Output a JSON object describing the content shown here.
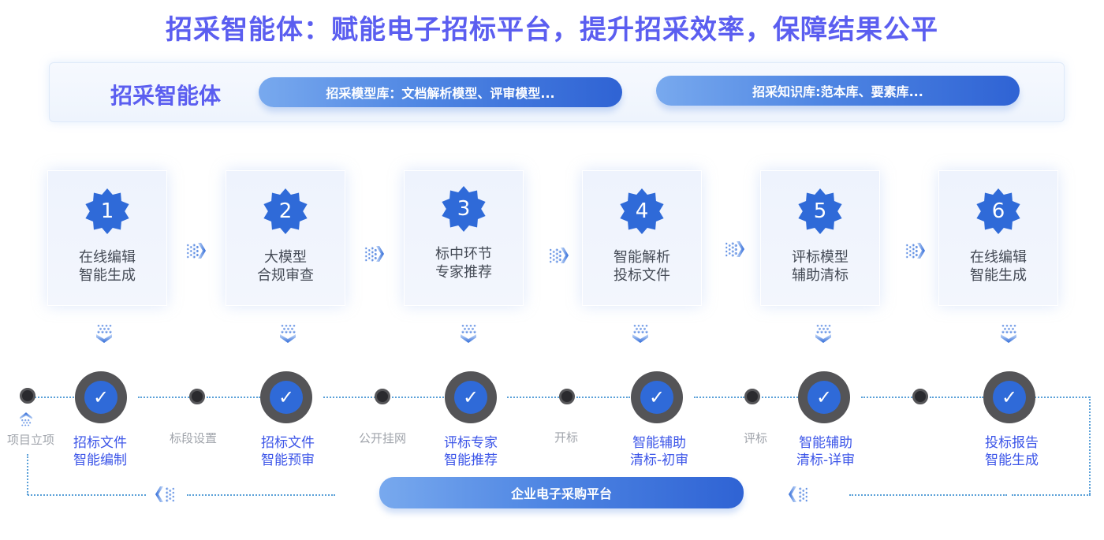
{
  "header": {
    "title": "招采智能体：赋能电子招标平台，提升招采效率，保障结果公平"
  },
  "agent_panel": {
    "label": "招采智能体",
    "model_library": "招采模型库：文档解析模型、评审模型...",
    "knowledge_library": "招采知识库:范本库、要素库..."
  },
  "steps": [
    {
      "number": "1",
      "line1": "在线编辑",
      "line2": "智能生成"
    },
    {
      "number": "2",
      "line1": "大模型",
      "line2": "合规审查"
    },
    {
      "number": "3",
      "line1": "标中环节",
      "line2": "专家推荐"
    },
    {
      "number": "4",
      "line1": "智能解析",
      "line2": "投标文件"
    },
    {
      "number": "5",
      "line1": "评标模型",
      "line2": "辅助清标"
    },
    {
      "number": "6",
      "line1": "在线编辑",
      "line2": "智能生成"
    }
  ],
  "timeline": {
    "stages": [
      {
        "label": "项目立项"
      },
      {
        "label": "标段设置"
      },
      {
        "label": "公开挂网"
      },
      {
        "label": "开标"
      },
      {
        "label": "评标"
      }
    ],
    "ai_nodes": [
      {
        "line1": "招标文件",
        "line2": "智能编制"
      },
      {
        "line1": "招标文件",
        "line2": "智能预审"
      },
      {
        "line1": "评标专家",
        "line2": "智能推荐"
      },
      {
        "line1": "智能辅助",
        "line2": "清标-初审"
      },
      {
        "line1": "智能辅助",
        "line2": "清标-详审"
      },
      {
        "line1": "投标报告",
        "line2": "智能生成"
      }
    ],
    "check_icon": "✓"
  },
  "platform": {
    "label": "企业电子采购平台"
  },
  "colors": {
    "title": "#5b5ef0",
    "badge": "#2f6ad8",
    "ai_label": "#3c55e8",
    "stage_label": "#a0a4ab",
    "dotted_line": "#5aa0d8"
  }
}
